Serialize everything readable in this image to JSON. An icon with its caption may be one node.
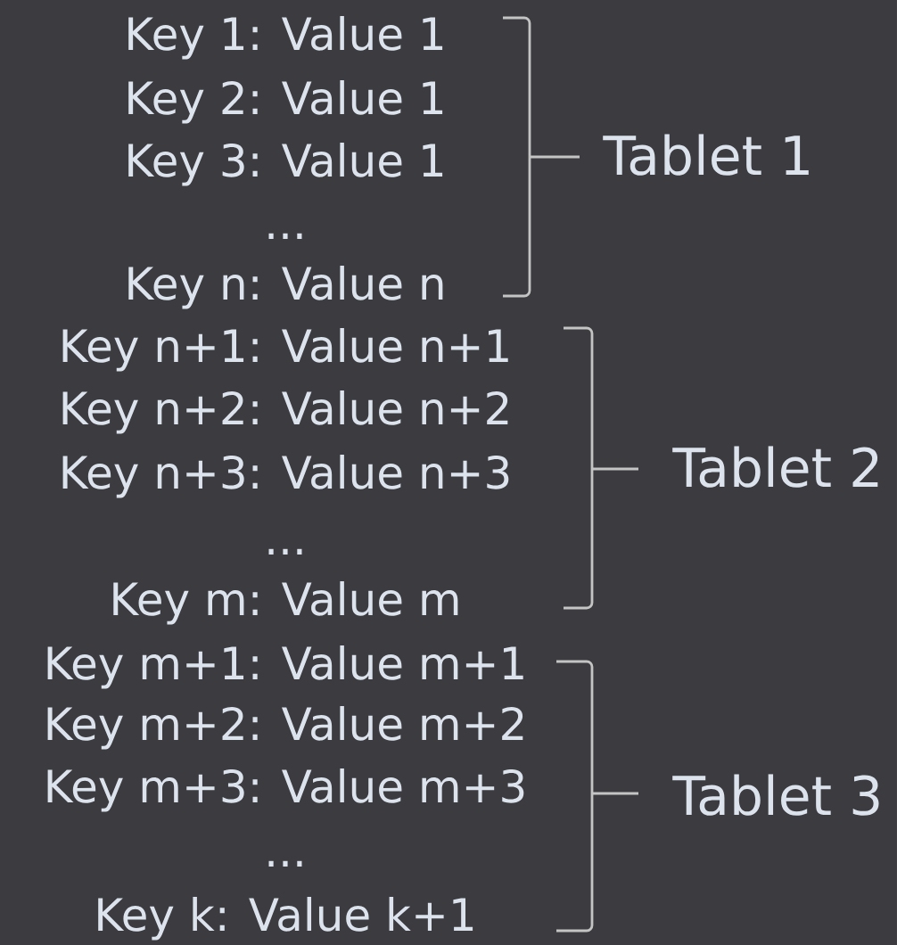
{
  "diagram": {
    "labels": [
      "Key 1: Value 1",
      "Key 2: Value 1",
      "Key 3: Value 1",
      "...",
      "Key n: Value n",
      "Tablet 1",
      "Key n+1: Value n+1",
      "Key n+2: Value n+2",
      "Key n+3: Value n+3",
      "...",
      "Key m: Value m",
      "Tablet 2",
      "Key m+1: Value m+1",
      "Key m+2: Value m+2",
      "Key m+3: Value m+3",
      "...",
      "Key k: Value k+1",
      "Tablet 3"
    ]
  }
}
